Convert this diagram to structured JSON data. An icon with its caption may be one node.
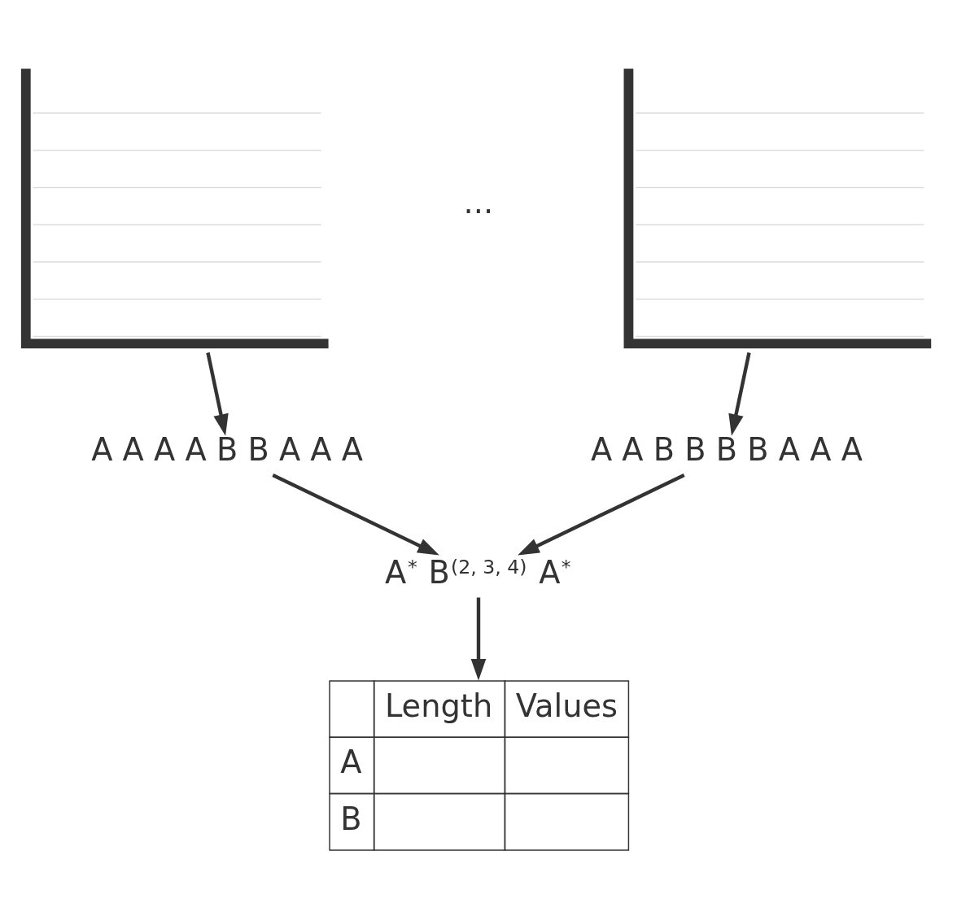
{
  "diagram": {
    "nodes": [
      {
        "text": [],
        "shape": "picture"
      },
      {
        "text": [],
        "shape": "picture"
      },
      {
        "text": [
          "A A A A B B A A A"
        ]
      },
      {
        "text": [
          "A A B B B B A A A"
        ]
      },
      {
        "text": [
          "A$^{*}$ B$^{(2, 3, 4)}$ A$^{*}$"
        ]
      },
      {
        "text": [
          "Length",
          "Values",
          "A",
          "B"
        ]
      }
    ],
    "edges": [
      {
        "from": 0,
        "to": 2,
        "arrow": "to"
      },
      {
        "from": 1,
        "to": 3,
        "arrow": "to"
      },
      {
        "from": 2,
        "to": 4,
        "arrow": "to"
      },
      {
        "from": 3,
        "to": 4,
        "arrow": "to"
      },
      {
        "from": 4,
        "to": 5,
        "arrow": "to"
      }
    ],
    "labels": [
      "..."
    ]
  }
}
